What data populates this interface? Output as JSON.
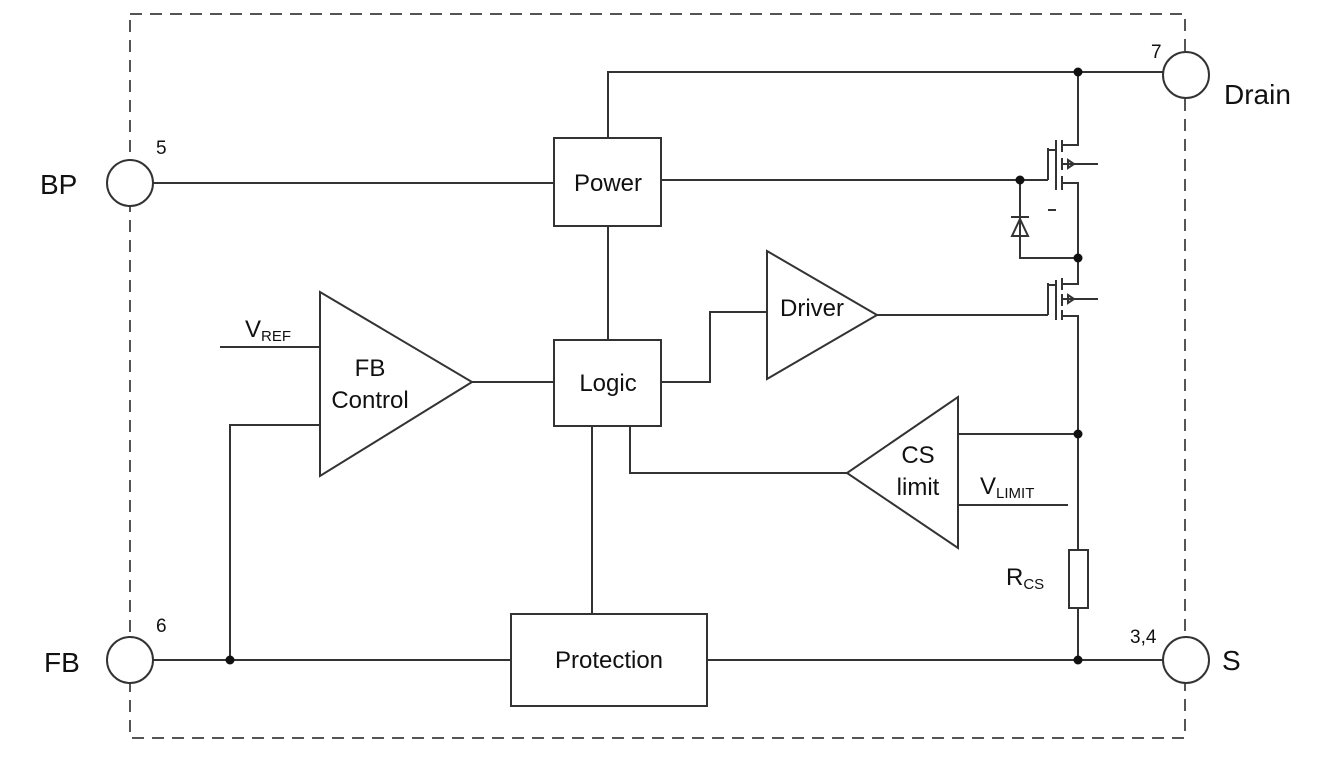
{
  "pins": {
    "bp": {
      "name": "BP",
      "number": "5"
    },
    "fb": {
      "name": "FB",
      "number": "6"
    },
    "drain": {
      "name": "Drain",
      "number": "7"
    },
    "s": {
      "name": "S",
      "number": "3,4"
    }
  },
  "blocks": {
    "power": "Power",
    "logic": "Logic",
    "protection": "Protection",
    "driver": "Driver",
    "fb_control": [
      "FB",
      "Control"
    ],
    "cs_limit": [
      "CS",
      "limit"
    ]
  },
  "signals": {
    "vref": {
      "main": "V",
      "sub": "REF"
    },
    "vlimit": {
      "main": "V",
      "sub": "LIMIT"
    },
    "rcs": {
      "main": "R",
      "sub": "CS"
    }
  }
}
